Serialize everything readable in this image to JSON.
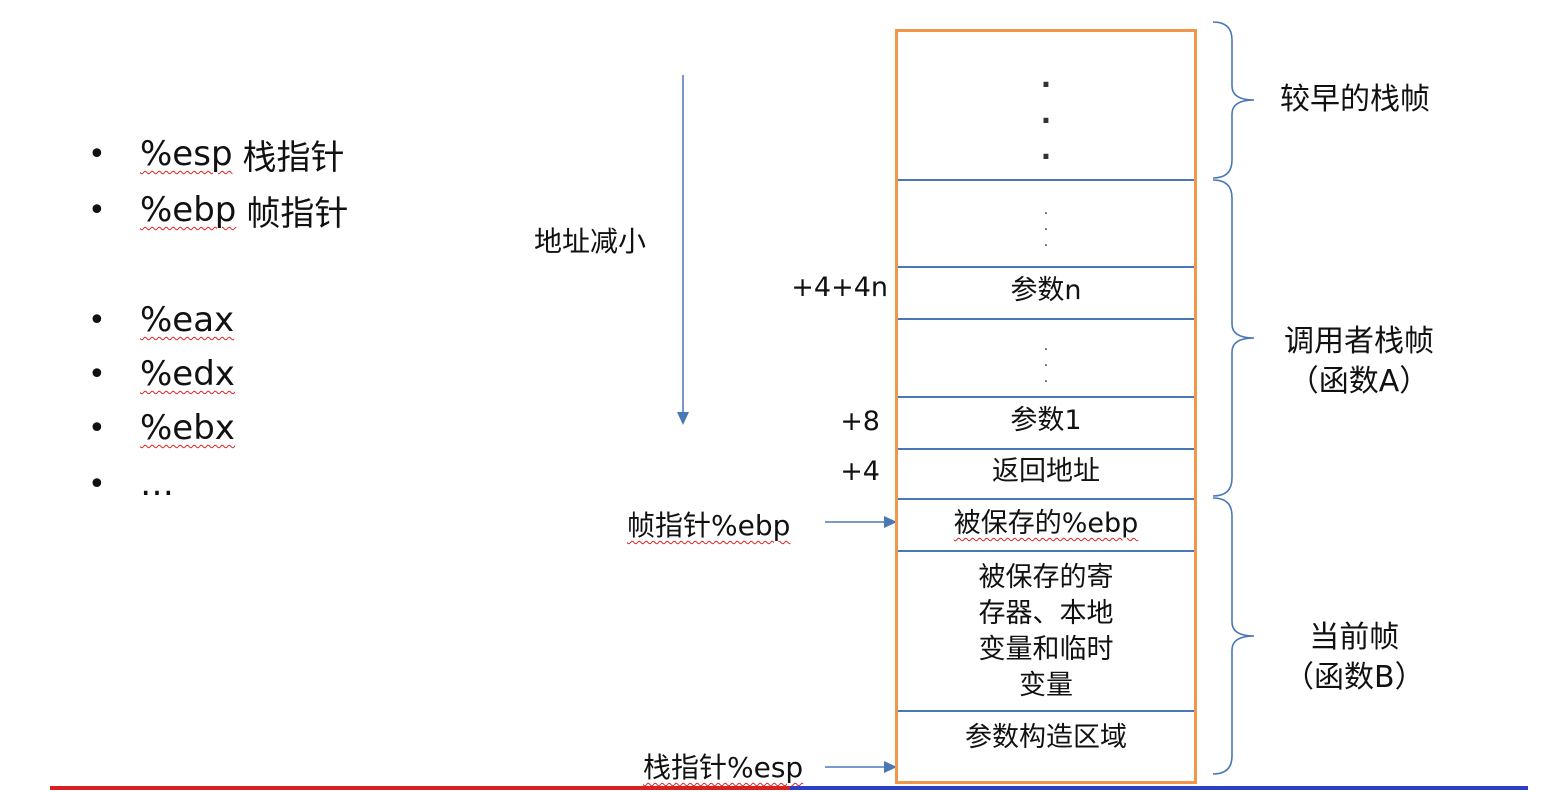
{
  "registers": {
    "esp": {
      "name": "%esp",
      "desc": "栈指针"
    },
    "ebp": {
      "name": "%ebp",
      "desc": "帧指针"
    },
    "items": [
      "%eax",
      "%edx",
      "%ebx",
      "…"
    ]
  },
  "direction_label": "地址减小",
  "offsets": {
    "plus4plus4n": "+4+4n",
    "plus8": "+8",
    "plus4": "+4"
  },
  "pointers": {
    "ebp": "帧指针%ebp",
    "esp": "栈指针%esp"
  },
  "stack": {
    "dots": ".",
    "param_n": "参数n",
    "param_1": "参数1",
    "return_addr": "返回地址",
    "saved_ebp": "被保存的%ebp",
    "locals": [
      "被保存的寄",
      "存器、本地",
      "变量和临时",
      "变量"
    ],
    "arg_build": "参数构造区域"
  },
  "frames": {
    "earlier": "较早的栈帧",
    "caller": [
      "调用者栈帧",
      "（函数A）"
    ],
    "current": [
      "当前帧",
      "（函数B）"
    ]
  },
  "colors": {
    "stack_border": "#f0974a",
    "stack_lines": "#4a78b5",
    "bottom_red": "#d92020",
    "bottom_blue": "#2c3fc2"
  }
}
